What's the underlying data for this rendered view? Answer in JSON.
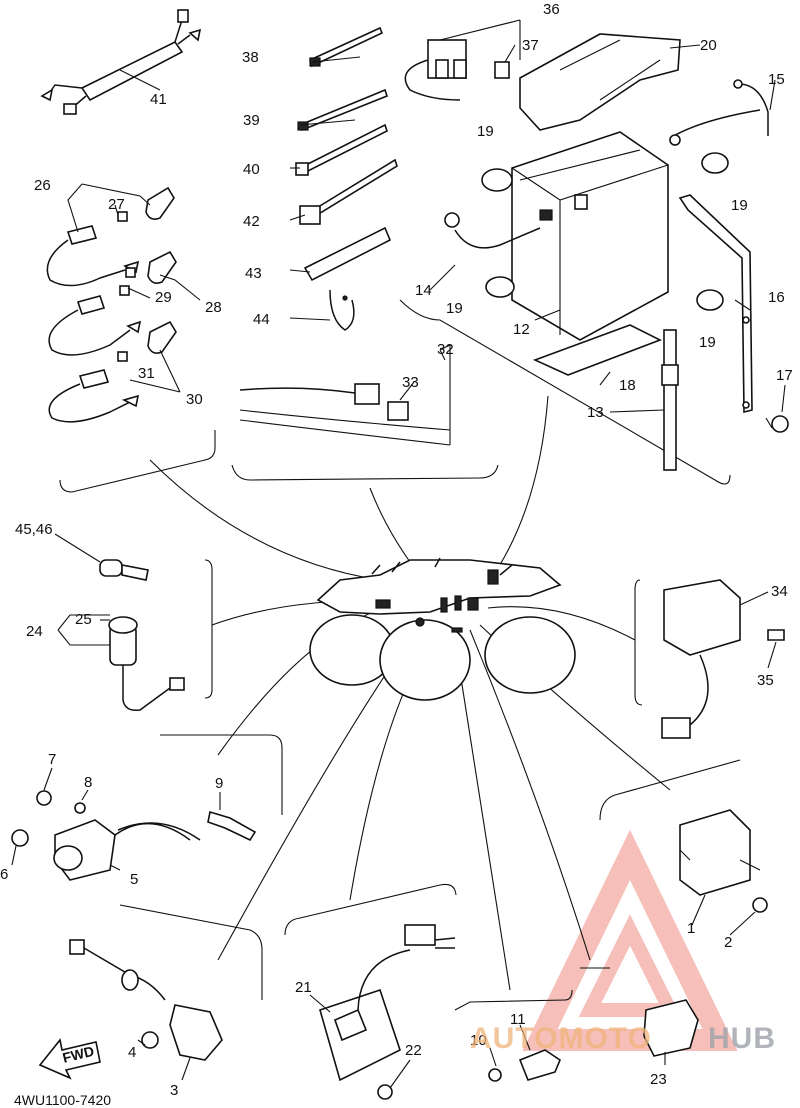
{
  "diagram_code": "4WU1100-7420",
  "fwd_label": "FWD",
  "watermark": {
    "part1": "AUTOMOTO",
    "part2": "HUB",
    "color1": "#f0b37a",
    "color2": "#b8bcc4",
    "logo_color": "#f08b80"
  },
  "callouts": {
    "c1": "1",
    "c2": "2",
    "c3": "3",
    "c4": "4",
    "c5": "5",
    "c6": "6",
    "c7": "7",
    "c8": "8",
    "c9": "9",
    "c10": "10",
    "c11": "11",
    "c12": "12",
    "c13": "13",
    "c14": "14",
    "c15": "15",
    "c16": "16",
    "c17": "17",
    "c18": "18",
    "c19a": "19",
    "c19b": "19",
    "c19c": "19",
    "c19d": "19",
    "c20": "20",
    "c21": "21",
    "c22": "22",
    "c23": "23",
    "c24": "24",
    "c25": "25",
    "c26": "26",
    "c27": "27",
    "c28": "28",
    "c29": "29",
    "c30": "30",
    "c31": "31",
    "c32": "32",
    "c33": "33",
    "c34": "34",
    "c35": "35",
    "c36": "36",
    "c37": "37",
    "c38": "38",
    "c39": "39",
    "c40": "40",
    "c41": "41",
    "c42": "42",
    "c43": "43",
    "c44": "44",
    "c45_46": "45,46"
  }
}
